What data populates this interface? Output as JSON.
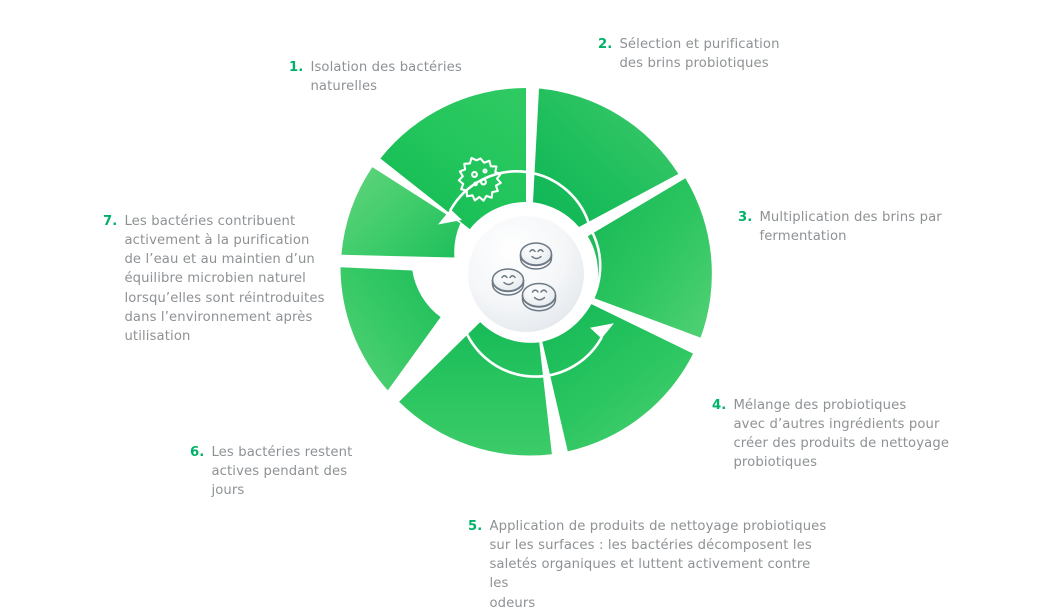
{
  "palette": {
    "background": "#ffffff",
    "number_green": "#00b268",
    "text_gray": "#8e9295",
    "petal_green_bright": "#21c75c",
    "petal_green_light": "#4fcd6d",
    "petal_green_deep": "#12b557",
    "petal_green_mid": "#2ec45f",
    "icon_white": "#ffffff",
    "center_disc": "#eef1f4"
  },
  "wheel": {
    "center_icon": "petri-dishes-icon",
    "cycle_arrow_icon": "circular-arrow-icon",
    "segments": [
      {
        "step": "1",
        "icon": "bacteria-cell-icon",
        "color": "#23c55d",
        "color_edge": "#17b652"
      },
      {
        "step": "2",
        "icon": "magnifier-bacteria-icon",
        "color": "#2fc566",
        "color_edge": "#0fb757"
      },
      {
        "step": "3",
        "icon": "molecule-cluster-icon",
        "color": "#3ecb67",
        "color_edge": "#15b956"
      },
      {
        "step": "4",
        "icon": "flask-sprout-icon",
        "color": "#34c863",
        "color_edge": "#16b958"
      },
      {
        "step": "5",
        "icon": "spray-bottle-icon",
        "color": "#2ec45f",
        "color_edge": "#19bb59"
      },
      {
        "step": "6",
        "icon": "sparkles-icon",
        "color": "#45cc6b",
        "color_edge": "#1fbe5b"
      },
      {
        "step": "7",
        "icon": "water-drop-icon",
        "color": "#52cf72",
        "color_edge": "#27c260"
      }
    ]
  },
  "callouts": [
    {
      "num": "1.",
      "text": "Isolation des bactéries\nnaturelles"
    },
    {
      "num": "2.",
      "text": "Sélection et purification\ndes brins probiotiques"
    },
    {
      "num": "3.",
      "text": "Multiplication des brins par\nfermentation"
    },
    {
      "num": "4.",
      "text": "Mélange des probiotiques\navec d’autres ingrédients pour\ncréer des produits de nettoyage\nprobiotiques"
    },
    {
      "num": "5.",
      "text": "Application de produits de nettoyage probiotiques\nsur les surfaces : les bactéries décomposent les\nsaletés organiques et luttent activement contre les\nodeurs"
    },
    {
      "num": "6.",
      "text": "Les bactéries restent\nactives pendant des\njours"
    },
    {
      "num": "7.",
      "text": "Les bactéries contribuent\nactivement à la purification\nde l’eau et au maintien d’un\néquilibre microbien naturel\nlorsqu’elles sont réintroduites\ndans l’environnement après\nutilisation"
    }
  ]
}
